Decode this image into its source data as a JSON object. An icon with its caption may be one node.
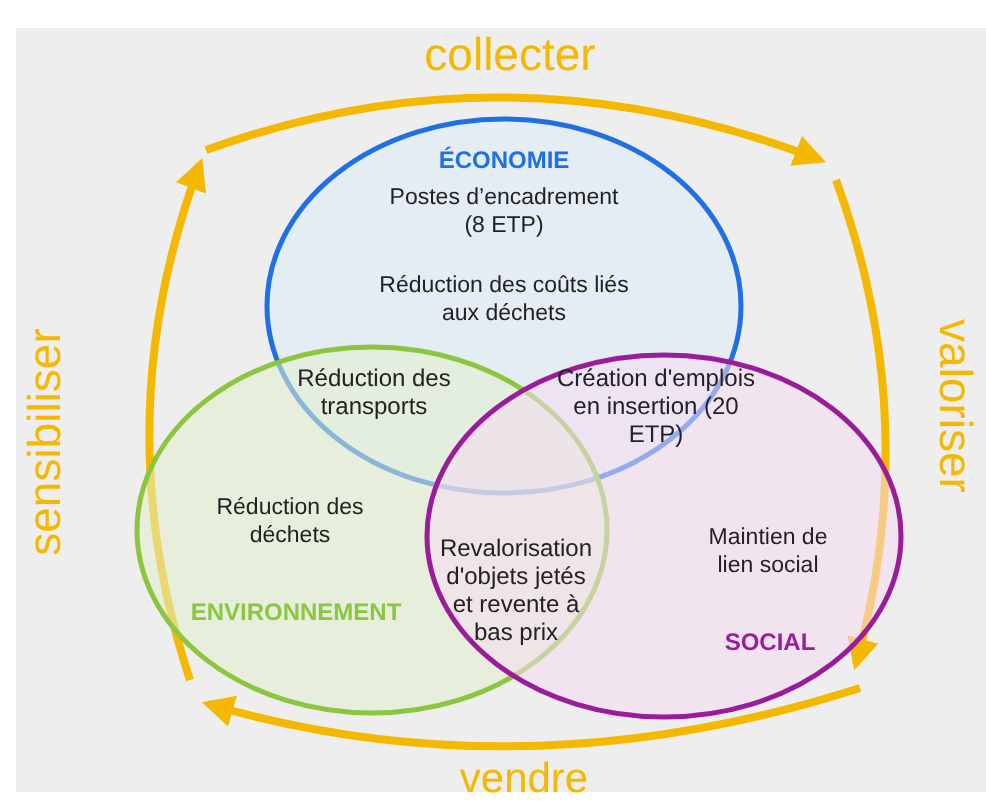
{
  "diagram": {
    "nodes": [
      {
        "text": [
          "ÉCONOMIE",
          "Postes d’encadrement (8 ETP)",
          "Réduction des coûts liés aux déchets"
        ]
      },
      {
        "text": [
          "Réduction des déchets",
          "ENVIRONNEMENT"
        ]
      },
      {
        "text": [
          "Maintien de lien social",
          "SOCIAL"
        ]
      }
    ],
    "labels": [
      "collecter",
      "sensibiliser",
      "valoriser",
      "Réduction des transports",
      "Création d'emplois en insertion (20 ETP)",
      "Revalorisation d'objets jetés et revente à bas prix",
      "vendre"
    ]
  }
}
